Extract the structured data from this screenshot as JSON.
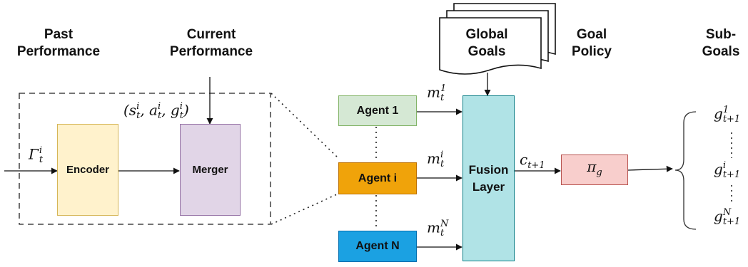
{
  "headers": {
    "past_line1": "Past",
    "past_line2": "Performance",
    "current_line1": "Current",
    "current_line2": "Performance",
    "global_line1": "Global",
    "global_line2": "Goals",
    "goal_line1": "Goal",
    "goal_line2": "Policy",
    "sub_line1": "Sub-",
    "sub_line2": "Goals"
  },
  "boxes": {
    "encoder": "Encoder",
    "merger": "Merger",
    "agent1": "Agent 1",
    "agenti": "Agent i",
    "agentN": "Agent N",
    "fusion_line1": "Fusion",
    "fusion_line2": "Layer",
    "policy": "π_g"
  },
  "labels": {
    "gamma": "Γ_t^i",
    "sag": "(s_t^i, a_t^i, g_t^i)",
    "m1": "m_t^1",
    "mi": "m_t^i",
    "mN": "m_t^N",
    "c": "c_{t+1}",
    "g1": "g_{t+1}^1",
    "gi": "g_{t+1}^i",
    "gN": "g_{t+1}^N"
  },
  "colors": {
    "encoder_fill": "#fff2cc",
    "encoder_stroke": "#d6b656",
    "merger_fill": "#e1d5e7",
    "merger_stroke": "#9673a6",
    "agent1_fill": "#d5e8d4",
    "agent1_stroke": "#82b366",
    "agenti_fill": "#f0a30a",
    "agenti_stroke": "#bd7000",
    "agentN_fill": "#1ba1e2",
    "agentN_stroke": "#006eaf",
    "fusion_fill": "#b0e3e6",
    "fusion_stroke": "#0e8088",
    "policy_fill": "#f8cecc",
    "policy_stroke": "#b85450"
  }
}
